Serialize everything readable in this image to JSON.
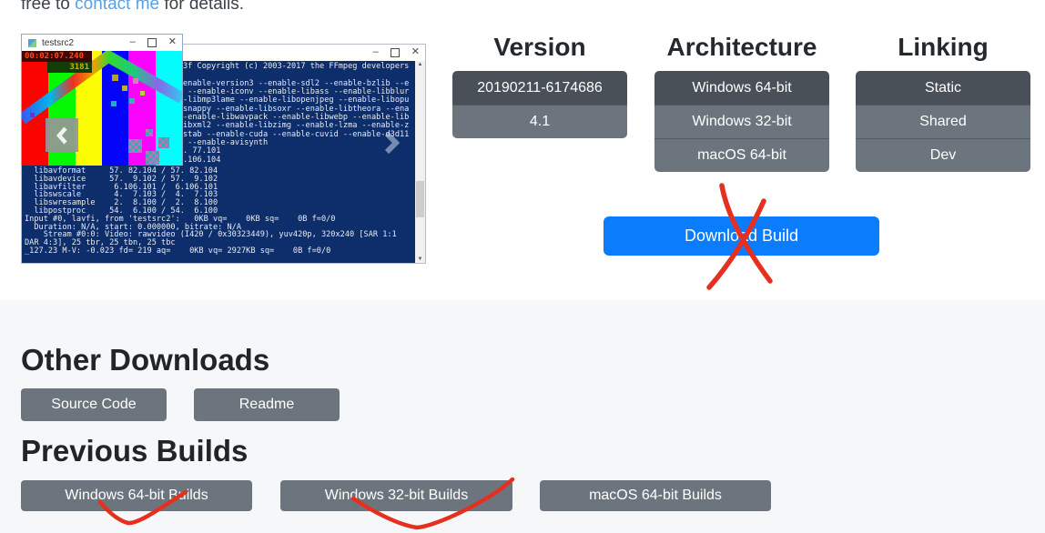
{
  "intro": {
    "prefix": "free to ",
    "link_label": "contact me",
    "suffix": " for details."
  },
  "icons": {
    "minimize": "–",
    "close": "✕",
    "scroll_up": "▲",
    "scroll_down": "▼"
  },
  "carousel": {
    "player_window": {
      "title": "testsrc2",
      "timestamp": "00:02:07.240",
      "frame_counter": "3181",
      "bar_colors": [
        "#fb0400",
        "#04f800",
        "#fcfc04",
        "#0404f8",
        "#fb04fb",
        "#04fcfc"
      ]
    },
    "terminal_window": {
      "top_lines": [
        "3f Copyright (c) 2003-2017 the FFmpeg developers",
        "",
        "enable-version3 --enable-sdl2 --enable-bzlib --e",
        " --enable-iconv --enable-libass --enable-libblur",
        "-libmp3lame --enable-libopenjpeg --enable-libopu",
        "snappy --enable-libsoxr --enable-libtheora --ena",
        "-enable-libwavpack --enable-libwebp --enable-lib",
        "ibxml2 --enable-libzimg --enable-lzma --enable-z",
        "stab --enable-cuda --enable-cuvid --enable-d3d11",
        " --enable-avisynth",
        ". 77.101",
        ".106.104"
      ],
      "bottom_lines": [
        "  libavformat     57. 82.104 / 57. 82.104",
        "  libavdevice     57.  9.102 / 57.  9.102",
        "  libavfilter      6.106.101 /  6.106.101",
        "  libswscale       4.  7.103 /  4.  7.103",
        "  libswresample    2.  8.100 /  2.  8.100",
        "  libpostproc     54.  6.100 / 54.  6.100",
        "Input #0, lavfi, from 'testsrc2':   0KB vq=    0KB sq=    0B f=0/0",
        "  Duration: N/A, start: 0.000000, bitrate: N/A",
        "    Stream #0:0: Video: rawvideo (I420 / 0x30323449), yuv420p, 320x240 [SAR 1:1",
        "DAR 4:3], 25 tbr, 25 tbn, 25 tbc",
        "_127.23 M-V: -0.023 fd= 219 aq=    0KB vq= 2927KB sq=    0B f=0/0"
      ]
    }
  },
  "selectors": [
    {
      "title": "Version",
      "options": [
        {
          "label": "20190211-6174686",
          "selected": true
        },
        {
          "label": "4.1",
          "selected": false
        }
      ]
    },
    {
      "title": "Architecture",
      "options": [
        {
          "label": "Windows 64-bit",
          "selected": true
        },
        {
          "label": "Windows 32-bit",
          "selected": false
        },
        {
          "label": "macOS 64-bit",
          "selected": false
        }
      ]
    },
    {
      "title": "Linking",
      "options": [
        {
          "label": "Static",
          "selected": true
        },
        {
          "label": "Shared",
          "selected": false
        },
        {
          "label": "Dev",
          "selected": false
        }
      ]
    }
  ],
  "download": {
    "label": "Download Build"
  },
  "other_downloads": {
    "title": "Other Downloads",
    "buttons": [
      {
        "label": "Source Code"
      },
      {
        "label": "Readme"
      }
    ]
  },
  "previous_builds": {
    "title": "Previous Builds",
    "buttons": [
      {
        "label": "Windows 64-bit Builds"
      },
      {
        "label": "Windows 32-bit Builds"
      },
      {
        "label": "macOS 64-bit Builds"
      }
    ]
  },
  "colors": {
    "primary_blue": "#0b7cfb",
    "selected_gray": "#495057",
    "button_gray": "#6c757d",
    "terminal_blue": "#0d2d6b",
    "annotation_red": "#e6301f",
    "section_bg": "#f6f7f9",
    "link_blue": "#5b9fe3"
  }
}
